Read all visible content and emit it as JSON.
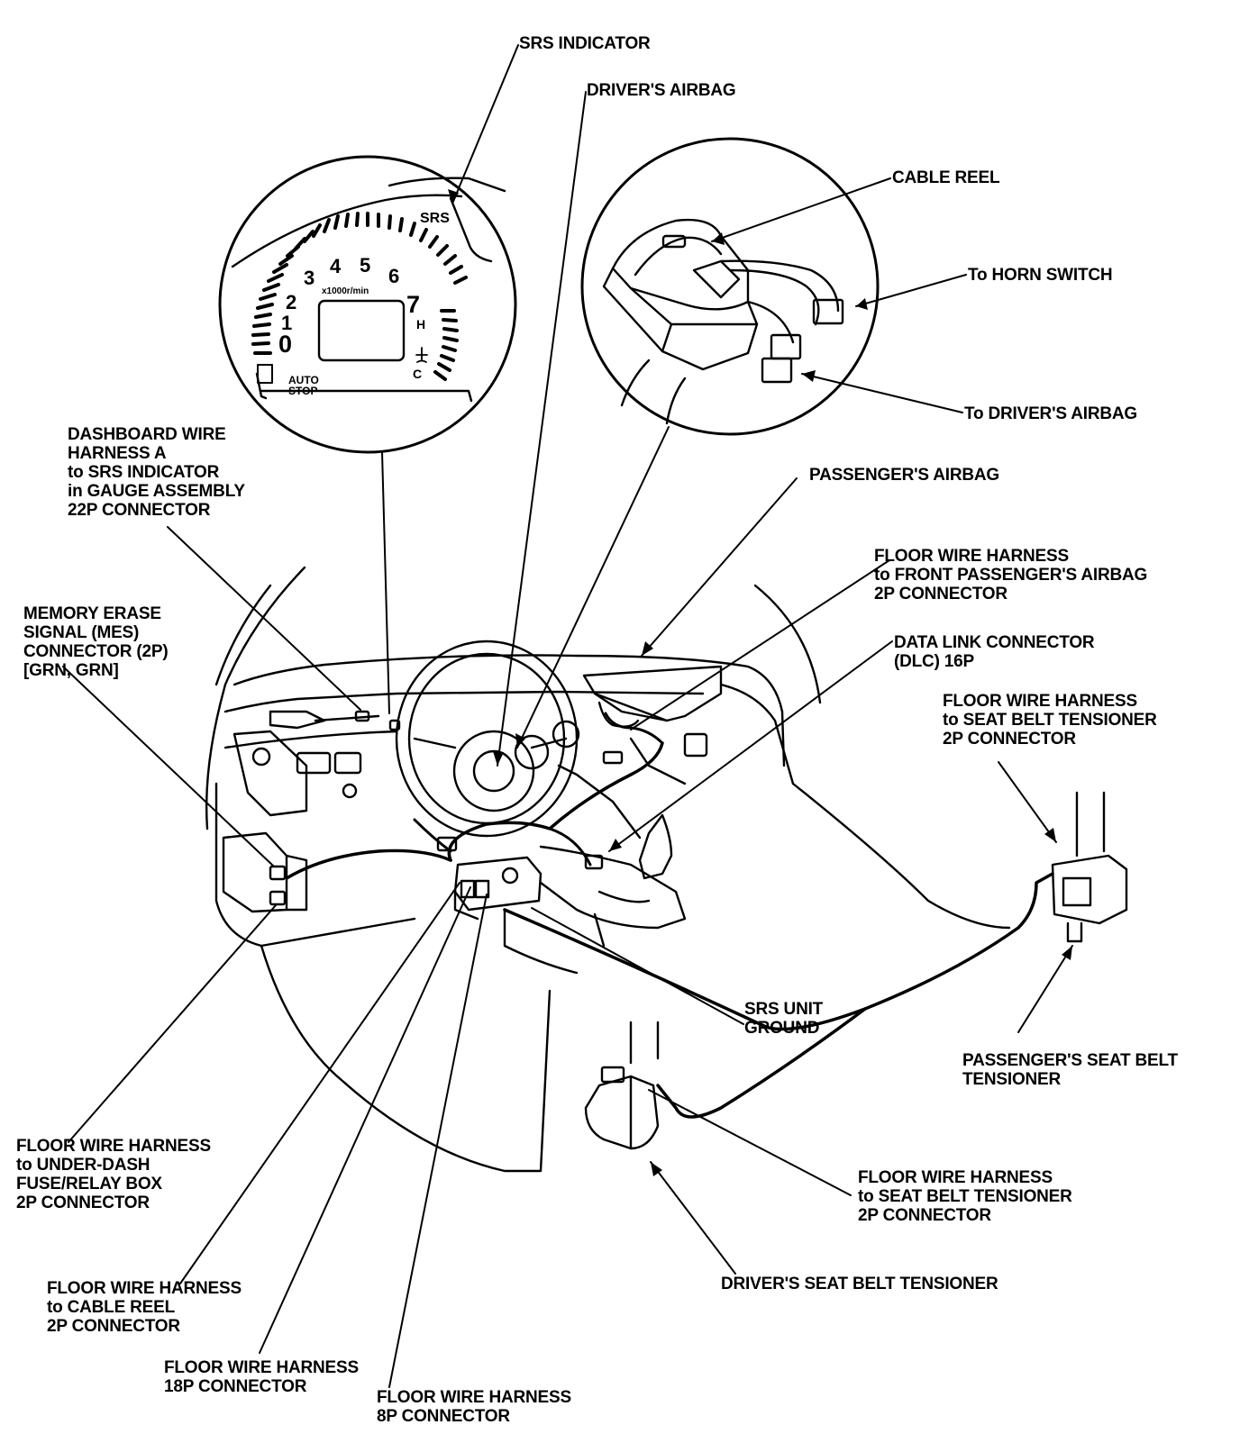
{
  "colors": {
    "ink": "#000000",
    "paper": "#ffffff"
  },
  "gauge": {
    "srs": "SRS",
    "numbers": [
      "0",
      "1",
      "2",
      "3",
      "4",
      "5",
      "6",
      "7"
    ],
    "unit": "x1000r/min",
    "hot": "H",
    "cold": "C",
    "auto_stop": [
      "AUTO",
      "STOP"
    ]
  },
  "labels": {
    "srs_indicator": [
      "SRS INDICATOR"
    ],
    "drivers_airbag": [
      "DRIVER'S AIRBAG"
    ],
    "cable_reel": [
      "CABLE REEL"
    ],
    "to_horn_switch": [
      "To HORN SWITCH"
    ],
    "to_drivers_airbag": [
      "To DRIVER'S AIRBAG"
    ],
    "dashboard_wire_harness": [
      "DASHBOARD WIRE",
      "HARNESS A",
      "to SRS INDICATOR",
      "in GAUGE ASSEMBLY",
      "22P CONNECTOR"
    ],
    "passengers_airbag": [
      "PASSENGER'S AIRBAG"
    ],
    "floor_harness_front_passenger_airbag": [
      "FLOOR WIRE HARNESS",
      "to FRONT PASSENGER'S AIRBAG",
      "2P CONNECTOR"
    ],
    "memory_erase_signal": [
      "MEMORY ERASE",
      "SIGNAL (MES)",
      "CONNECTOR (2P)",
      "[GRN, GRN]"
    ],
    "data_link_connector": [
      "DATA LINK CONNECTOR",
      "(DLC) 16P"
    ],
    "floor_harness_seat_belt_tensioner_pass": [
      "FLOOR WIRE HARNESS",
      "to SEAT BELT TENSIONER",
      "2P CONNECTOR"
    ],
    "srs_unit_ground": [
      "SRS UNIT",
      "GROUND"
    ],
    "passengers_seat_belt_tensioner": [
      "PASSENGER'S SEAT BELT",
      "TENSIONER"
    ],
    "floor_harness_under_dash": [
      "FLOOR WIRE HARNESS",
      "to UNDER-DASH",
      "FUSE/RELAY BOX",
      "2P CONNECTOR"
    ],
    "floor_harness_seat_belt_tensioner_driver": [
      "FLOOR WIRE HARNESS",
      "to SEAT BELT TENSIONER",
      "2P CONNECTOR"
    ],
    "drivers_seat_belt_tensioner": [
      "DRIVER'S SEAT BELT TENSIONER"
    ],
    "floor_harness_cable_reel": [
      "FLOOR WIRE HARNESS",
      "to CABLE REEL",
      "2P CONNECTOR"
    ],
    "floor_harness_18p": [
      "FLOOR WIRE HARNESS",
      "18P CONNECTOR"
    ],
    "floor_harness_8p": [
      "FLOOR WIRE HARNESS",
      "8P CONNECTOR"
    ]
  }
}
